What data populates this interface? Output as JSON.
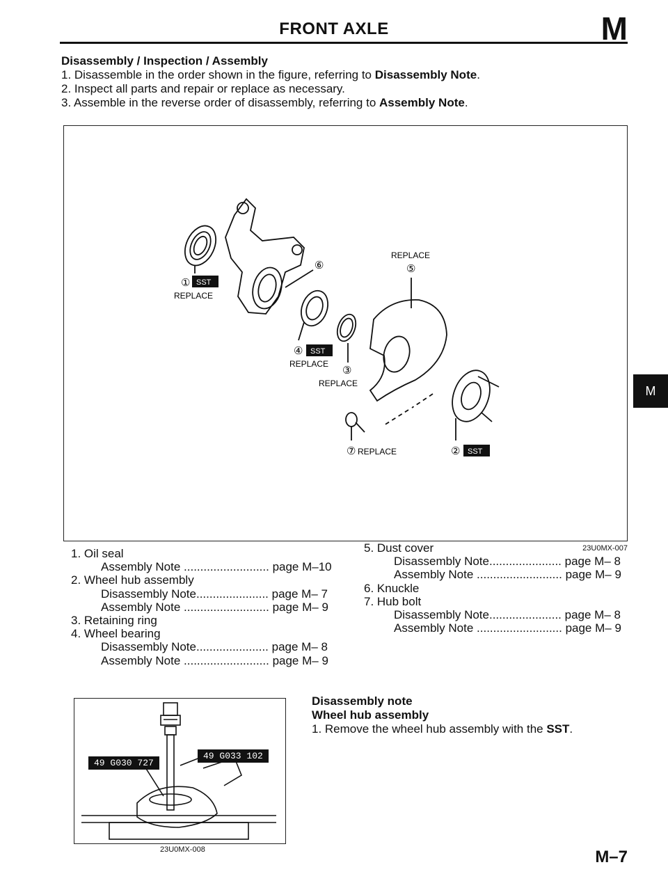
{
  "header": {
    "title": "FRONT AXLE",
    "section_letter": "M"
  },
  "procedure": {
    "heading": "Disassembly / Inspection / Assembly",
    "step1_prefix": "1. Disassemble in the order shown in the figure, referring to ",
    "step1_bold": "Disassembly Note",
    "step1_suffix": ".",
    "step2": "2. Inspect all parts and repair or replace as necessary.",
    "step3_prefix": "3. Assemble in the reverse order of disassembly, referring to ",
    "step3_bold": "Assembly Note",
    "step3_suffix": "."
  },
  "figure_main": {
    "code": "23U0MX-007",
    "callouts": {
      "c1_num": "①",
      "c1_note": "REPLACE",
      "c2_num": "②",
      "c3_num": "③",
      "c3_note": "REPLACE",
      "c4_num": "④",
      "c4_note": "REPLACE",
      "c5_num": "⑤",
      "c5_note": "REPLACE",
      "c6_num": "⑥",
      "c7_num": "⑦",
      "c7_note": "REPLACE",
      "sst": "SST"
    }
  },
  "legend": {
    "left": [
      {
        "text": "1. Oil seal",
        "indent": false
      },
      {
        "text": "Assembly Note .......................... page M–10",
        "indent": true
      },
      {
        "text": "2. Wheel hub assembly",
        "indent": false
      },
      {
        "text": "Disassembly Note...................... page M– 7",
        "indent": true
      },
      {
        "text": "Assembly Note .......................... page M– 9",
        "indent": true
      },
      {
        "text": "3. Retaining ring",
        "indent": false
      },
      {
        "text": "4. Wheel bearing",
        "indent": false
      },
      {
        "text": "Disassembly Note...................... page M– 8",
        "indent": true
      },
      {
        "text": "Assembly Note .......................... page M– 9",
        "indent": true
      }
    ],
    "right": [
      {
        "text": "5. Dust cover",
        "indent": false
      },
      {
        "text": "Disassembly Note...................... page M– 8",
        "indent": true
      },
      {
        "text": "Assembly Note .......................... page M– 9",
        "indent": true
      },
      {
        "text": "6. Knuckle",
        "indent": false
      },
      {
        "text": "7. Hub bolt",
        "indent": false
      },
      {
        "text": "Disassembly Note...................... page M– 8",
        "indent": true
      },
      {
        "text": "Assembly Note .......................... page M– 9",
        "indent": true
      }
    ]
  },
  "figure_sub": {
    "code": "23U0MX-008",
    "tool_left": "49 G030 727",
    "tool_right": "49 G033 102"
  },
  "note": {
    "title": "Disassembly note",
    "subtitle": "Wheel hub assembly",
    "step_prefix": "1. Remove the wheel hub assembly with the ",
    "step_bold": "SST",
    "step_suffix": "."
  },
  "side_tab": "M",
  "page_number": "M–7"
}
